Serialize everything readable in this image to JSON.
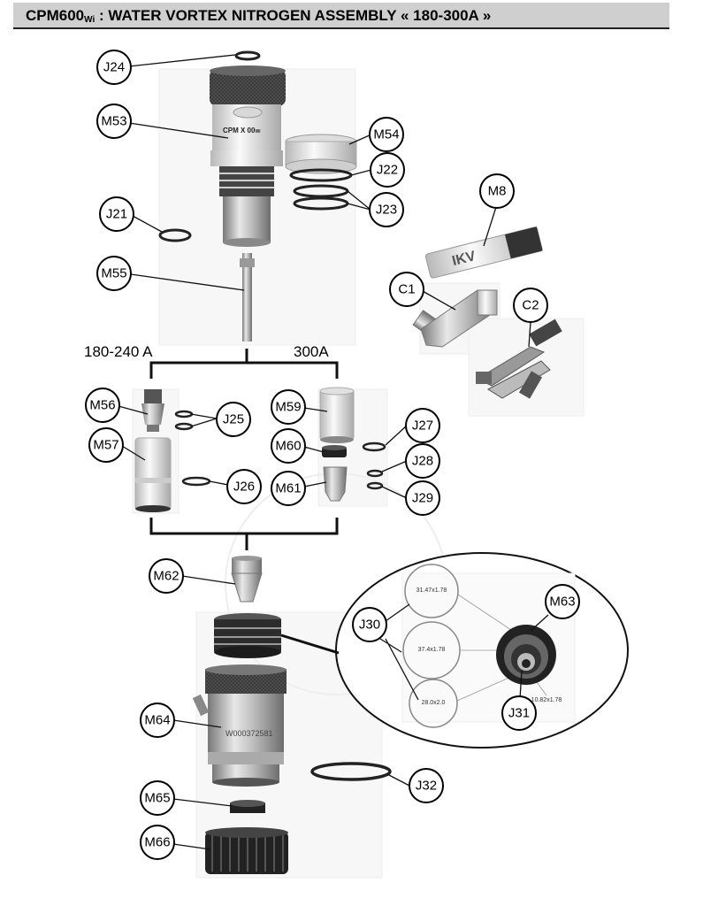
{
  "title": {
    "model": "CPM600",
    "model_sub": "Wi",
    "sep": " : ",
    "text": "WATER VORTEX NITROGEN ASSEMBLY « 180-300A »"
  },
  "section_labels": {
    "left": "180-240 A",
    "right": "300A"
  },
  "callouts": {
    "J24": "J24",
    "M53": "M53",
    "M54": "M54",
    "J22": "J22",
    "J23": "J23",
    "J21": "J21",
    "M55": "M55",
    "M8": "M8",
    "C1": "C1",
    "C2": "C2",
    "M56": "M56",
    "J25": "J25",
    "M57": "M57",
    "J26": "J26",
    "M59": "M59",
    "J27": "J27",
    "M60": "M60",
    "J28": "J28",
    "M61": "M61",
    "J29": "J29",
    "M62": "M62",
    "J30": "J30",
    "M63": "M63",
    "J31": "J31",
    "M64": "M64",
    "J32": "J32",
    "M65": "M65",
    "M66": "M66"
  },
  "part_markings": {
    "m53": "CPM X 00",
    "m53_sub": "Wi",
    "m64": "W000372581",
    "m8_tube": "IKV"
  },
  "oring_sizes": {
    "a": "31.47x1.78",
    "b": "37.4x1.78",
    "c": "28.0x2.0",
    "d": "10.82x1.78"
  }
}
